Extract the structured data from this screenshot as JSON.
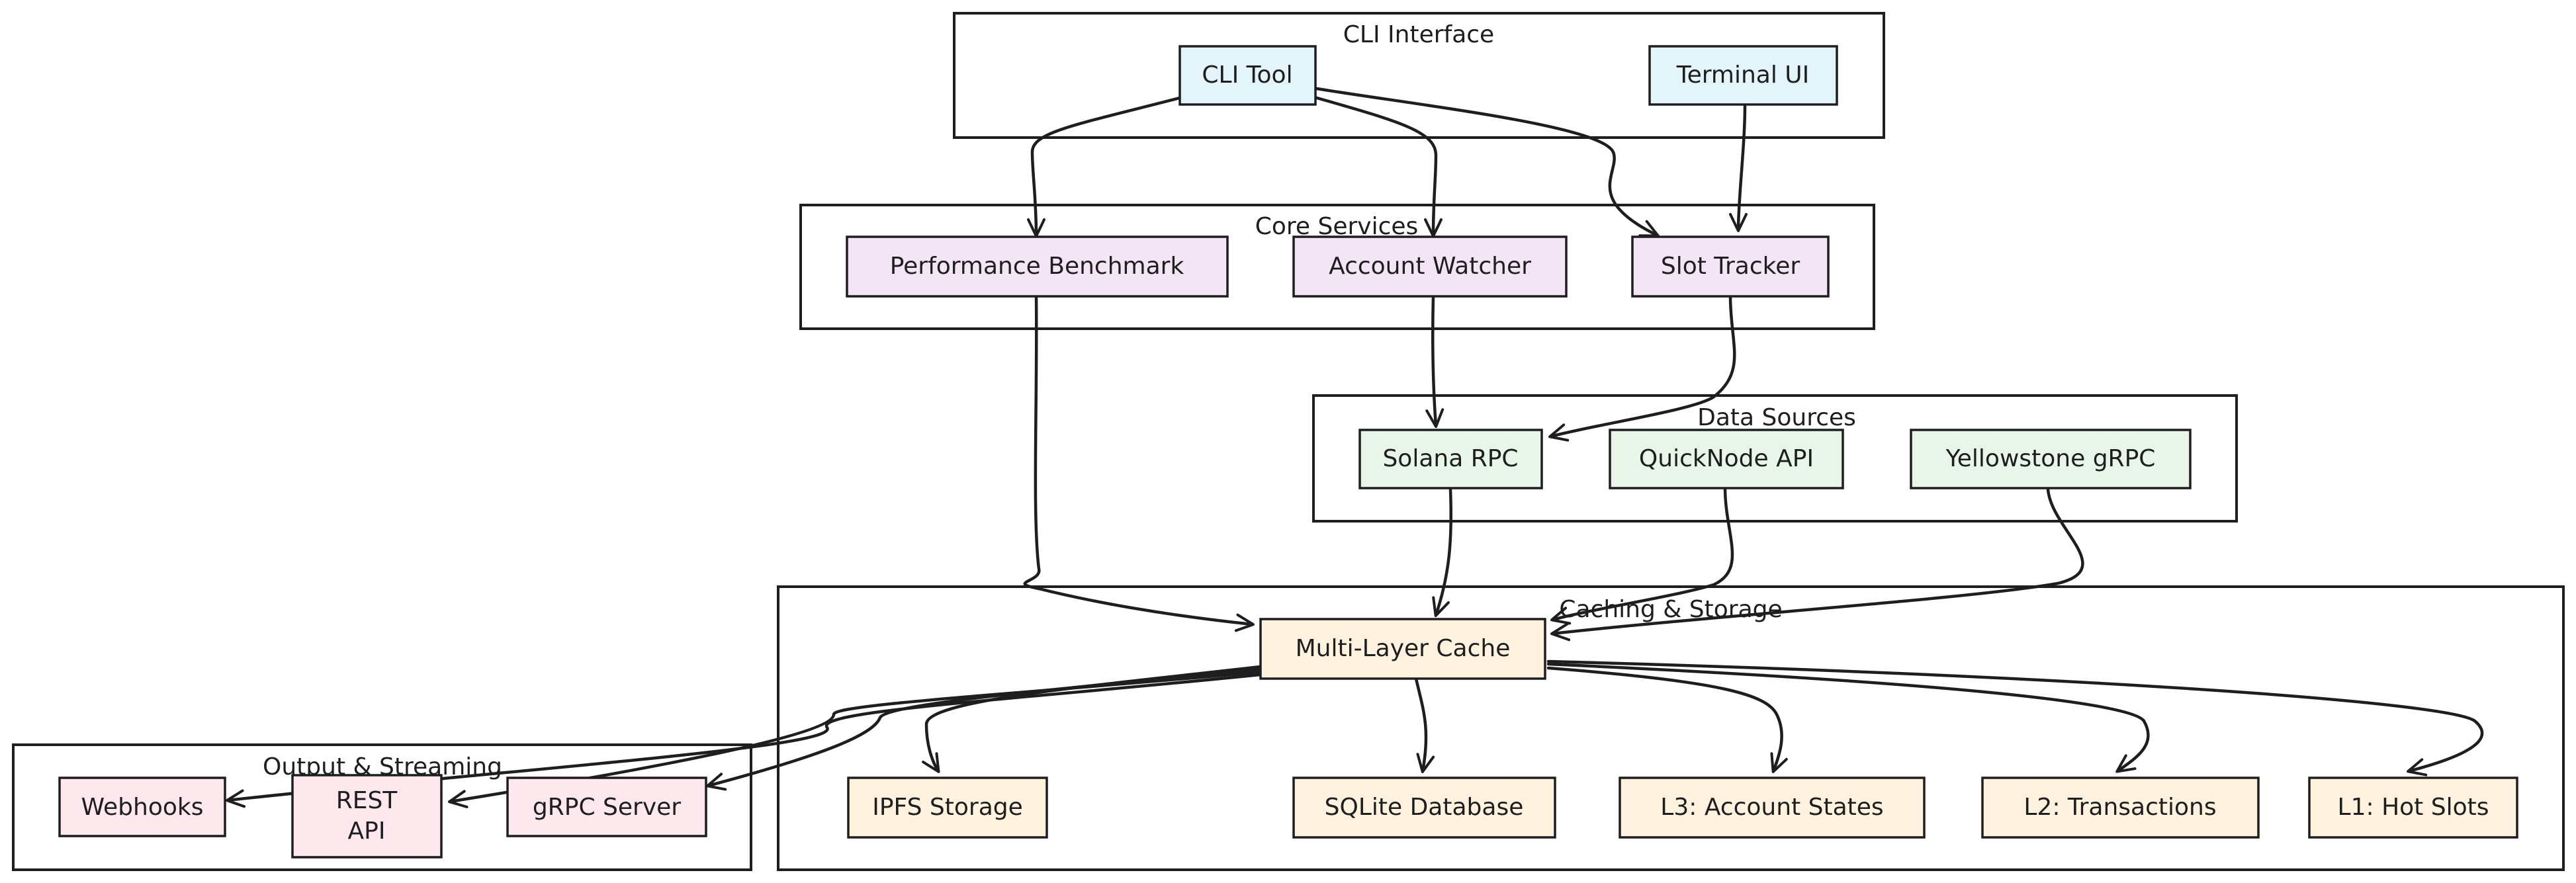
{
  "groups": {
    "cli": "CLI Interface",
    "core": "Core Services",
    "sources": "Data Sources",
    "storage": "Caching & Storage",
    "output": "Output & Streaming"
  },
  "nodes": {
    "cli_tool": "CLI Tool",
    "terminal_ui": "Terminal UI",
    "perf_bench": "Performance Benchmark",
    "account_watcher": "Account Watcher",
    "slot_tracker": "Slot Tracker",
    "solana_rpc": "Solana RPC",
    "quicknode_api": "QuickNode API",
    "yellowstone_grpc": "Yellowstone gRPC",
    "multi_layer_cache": "Multi-Layer Cache",
    "ipfs_storage": "IPFS Storage",
    "sqlite_db": "SQLite Database",
    "l3_account_states": "L3: Account States",
    "l2_transactions": "L2: Transactions",
    "l1_hot_slots": "L1: Hot Slots",
    "webhooks": "Webhooks",
    "rest_api_line1": "REST",
    "rest_api_line2": "API",
    "grpc_server": "gRPC Server"
  },
  "colors": {
    "cli": "#e3f4fb",
    "core": "#f3e5f5",
    "sources": "#e8f5e9",
    "storage": "#fff3e0",
    "output": "#fde8ee",
    "stroke": "#1e1e1e"
  }
}
